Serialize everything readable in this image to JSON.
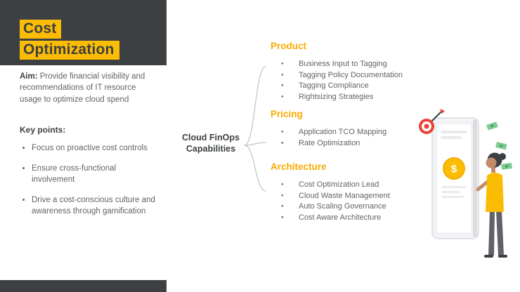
{
  "slide": {
    "title": {
      "line1": "Cost",
      "line2": "Optimization"
    },
    "aim": {
      "label": "Aim:",
      "text": " Provide financial visibility and recommendations of IT resource usage to optimize cloud spend"
    },
    "key_points": {
      "label": "Key points:",
      "items": [
        "Focus on proactive cost controls",
        "Ensure cross-functional involvement",
        "Drive a cost-conscious culture and awareness through gamification"
      ]
    },
    "center": {
      "line1": "Cloud FinOps",
      "line2": "Capabilities"
    },
    "categories": [
      {
        "label": "Product",
        "items": [
          "Business Input to Tagging",
          "Tagging Policy Documentation",
          "Tagging Compliance",
          "Rightsizing Strategies"
        ]
      },
      {
        "label": "Pricing",
        "items": [
          "Application TCO Mapping",
          "Rate Optimization"
        ]
      },
      {
        "label": "Architecture",
        "items": [
          "Cost Optimization Lead",
          "Cloud Waste Management",
          "Auto Scaling Governance",
          "Cost Aware Architecture"
        ]
      }
    ],
    "illustration": {
      "dollar_glyph": "$"
    },
    "colors": {
      "dark": "#3C4043",
      "highlight_yellow": "#FBBC04",
      "category_gold": "#F9AB00",
      "body_gray": "#5F6368",
      "connector_gray": "#BDC1C6",
      "target_red": "#EA4335",
      "money_green": "#81C995"
    }
  }
}
